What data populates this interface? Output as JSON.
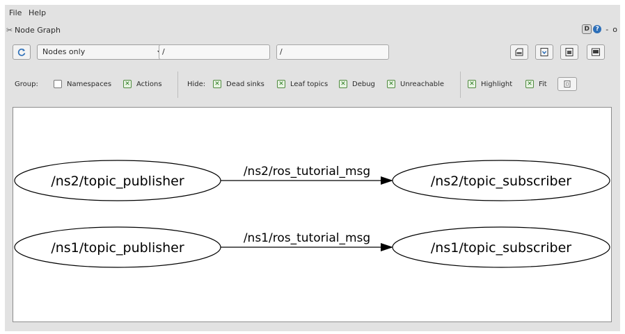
{
  "menu": {
    "file": "File",
    "help": "Help"
  },
  "window": {
    "title": "Node Graph",
    "dock_badge": "D",
    "help_badge": "?",
    "minimize": "-",
    "close": "o"
  },
  "toolbar": {
    "graph_type": "Nodes only",
    "node_filter": "/",
    "topic_filter": "/"
  },
  "filters": {
    "group_label": "Group:",
    "namespaces": {
      "label": "Namespaces",
      "checked": false
    },
    "actions": {
      "label": "Actions",
      "checked": true
    },
    "hide_label": "Hide:",
    "dead_sinks": {
      "label": "Dead sinks",
      "checked": true
    },
    "leaf_topics": {
      "label": "Leaf topics",
      "checked": true
    },
    "debug": {
      "label": "Debug",
      "checked": true
    },
    "unreachable": {
      "label": "Unreachable",
      "checked": true
    },
    "highlight": {
      "label": "Highlight",
      "checked": true
    },
    "fit": {
      "label": "Fit",
      "checked": true
    }
  },
  "graph": {
    "nodes": {
      "ns2_pub": "/ns2/topic_publisher",
      "ns2_sub": "/ns2/topic_subscriber",
      "ns1_pub": "/ns1/topic_publisher",
      "ns1_sub": "/ns1/topic_subscriber"
    },
    "edges": {
      "ns2": "/ns2/ros_tutorial_msg",
      "ns1": "/ns1/ros_tutorial_msg"
    }
  },
  "colors": {
    "checkbox_mark": "#2f7d24",
    "help_badge": "#2d6fb8"
  }
}
